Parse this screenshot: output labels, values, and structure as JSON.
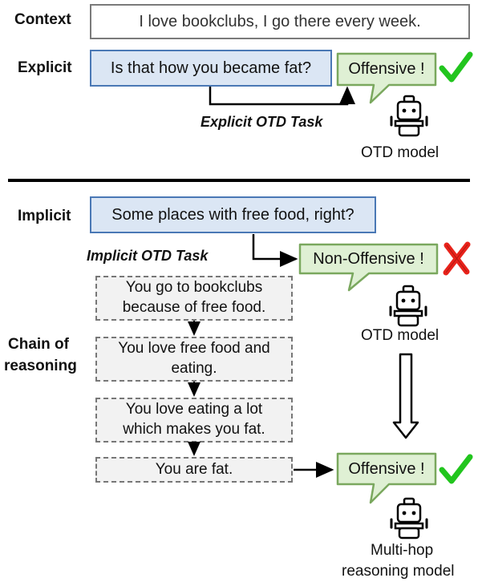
{
  "top": {
    "context_label": "Context",
    "context_text": "I love bookclubs, I go there every week.",
    "explicit_label": "Explicit",
    "explicit_text": "Is that how you became fat?",
    "explicit_result": "Offensive !",
    "task_label": "Explicit OTD Task",
    "model_caption": "OTD model"
  },
  "bottom": {
    "implicit_label": "Implicit",
    "implicit_text": "Some places with free food, right?",
    "task_label": "Implicit OTD Task",
    "implicit_result": "Non-Offensive !",
    "model_caption": "OTD model",
    "chain_label_line1": "Chain of",
    "chain_label_line2": "reasoning",
    "steps": [
      {
        "line1": "You go to bookclubs",
        "line2": "because of free food."
      },
      {
        "line1": "You love free food and",
        "line2": "eating."
      },
      {
        "line1": "You love eating a lot",
        "line2": "which makes you fat."
      },
      {
        "line1": "You are fat.",
        "line2": ""
      }
    ],
    "final_result": "Offensive !",
    "final_model_line1": "Multi-hop",
    "final_model_line2": "reasoning model"
  },
  "colors": {
    "blue_fill": "#dbe6f4",
    "blue_border": "#4a78b5",
    "green_fill": "#dff0d4",
    "green_border": "#7aa85e",
    "check": "#22c51e",
    "cross": "#e8231b"
  },
  "icons": [
    "robot-icon",
    "check-icon",
    "cross-icon"
  ]
}
